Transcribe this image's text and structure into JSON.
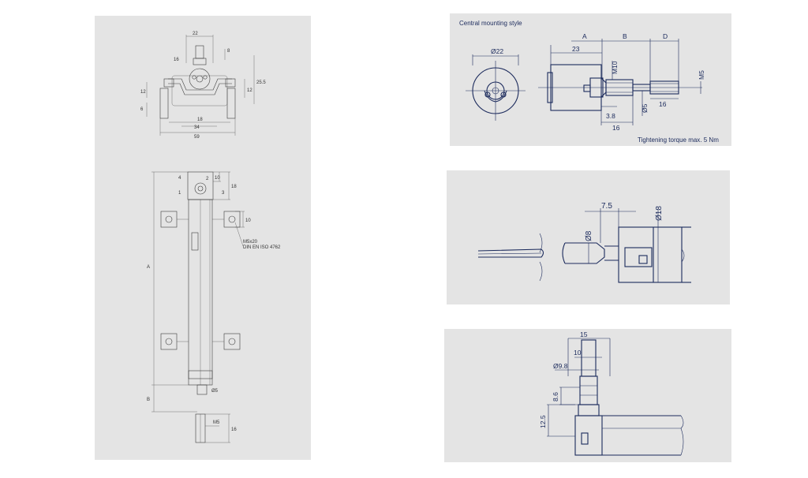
{
  "left_panel": {
    "top_view": {
      "dims": [
        "22",
        "16",
        "8",
        "18",
        "34",
        "59",
        "12",
        "25.5",
        "12",
        "6"
      ]
    },
    "side_view": {
      "dims": [
        "A",
        "B",
        "10",
        "18",
        "10",
        "4",
        "1",
        "2",
        "3",
        "M5x20",
        "DIN EN ISO 4762",
        "Ø5",
        "M5",
        "16"
      ]
    }
  },
  "top_right_panel": {
    "title": "Central mounting style",
    "dims": [
      "Ø22",
      "A",
      "B",
      "D",
      "23",
      "M10",
      "M5",
      "Ø5",
      "3.8",
      "16",
      "16"
    ],
    "note": "Tightening torque max. 5 Nm"
  },
  "mid_right_panel": {
    "dims": [
      "7.5",
      "Ø18",
      "Ø8"
    ]
  },
  "bottom_right_panel": {
    "dims": [
      "15",
      "10",
      "Ø9.8",
      "8.6",
      "12.5"
    ]
  },
  "colors": {
    "panel_bg": "#e4e4e4",
    "line_blue": "#1b2a5c",
    "line_gray": "#3c3c3c"
  }
}
